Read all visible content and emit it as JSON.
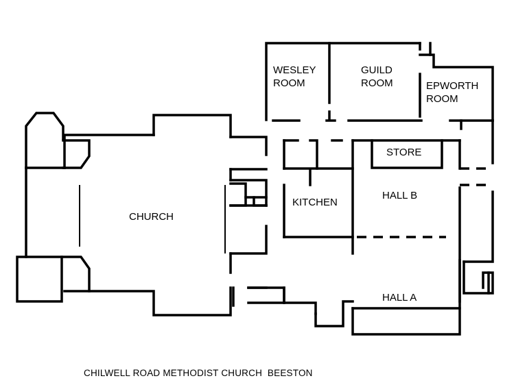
{
  "rooms": {
    "wesley": "WESLEY\nROOM",
    "guild": "GUILD\nROOM",
    "epworth": "EPWORTH\nROOM",
    "store": "STORE",
    "kitchen": "KITCHEN",
    "hall_b": "HALL B",
    "church": "CHURCH",
    "hall_a": "HALL A"
  },
  "caption": "CHILWELL ROAD METHODIST CHURCH  BEESTON"
}
